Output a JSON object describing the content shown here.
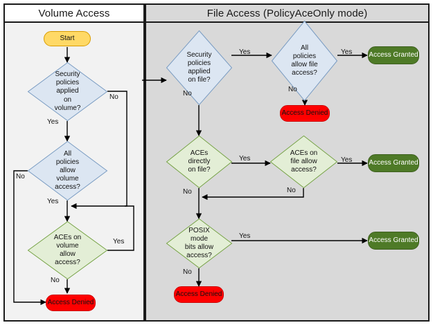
{
  "diagram": {
    "title": "NetApp access checking flowchart",
    "panels": [
      {
        "id": "volume",
        "header": "Volume Access"
      },
      {
        "id": "file",
        "header": "File Access (PolicyAceOnly mode)"
      }
    ]
  },
  "colors": {
    "panel_left_bg": "#F2F2F2",
    "panel_right_bg": "#D9D9D9",
    "panel_border": "#1A1A1A",
    "start_fill": "#FFD966",
    "start_stroke": "#D99C00",
    "decision_policy_fill": "#DCE6F2",
    "decision_policy_stroke": "#7A9CC2",
    "decision_ace_fill": "#E3EED6",
    "decision_ace_stroke": "#77A347",
    "denied_fill": "#FF0000",
    "granted_fill": "#4E7A27",
    "connector": "#000000"
  },
  "volume_access": {
    "start": "Start",
    "d1": "Security\npolicies\napplied\non\nvolume?",
    "d1_lines": [
      "Security",
      "policies",
      "applied",
      "on",
      "volume?"
    ],
    "d1_yes": "Yes",
    "d1_no": "No",
    "d2_lines": [
      "All",
      "policies",
      "allow",
      "volume",
      "access?"
    ],
    "d2_yes": "Yes",
    "d2_no": "No",
    "d3_lines": [
      "ACEs on",
      "volume",
      "allow",
      "access?"
    ],
    "d3_yes": "Yes",
    "d3_no": "No",
    "denied_lines": [
      "Access",
      "Denied"
    ]
  },
  "file_access": {
    "d1_lines": [
      "Security",
      "policies",
      "applied",
      "on file?"
    ],
    "d1_yes": "Yes",
    "d1_no": "No",
    "d2_lines": [
      "All",
      "policies",
      "allow file",
      "access?"
    ],
    "d2_yes": "Yes",
    "d2_no": "No",
    "granted1_lines": [
      "Access",
      "Granted"
    ],
    "denied1_lines": [
      "Access",
      "Denied"
    ],
    "d3_lines": [
      "ACEs",
      "directly",
      "on file?"
    ],
    "d3_yes": "Yes",
    "d3_no": "No",
    "d4_lines": [
      "ACEs on",
      "file allow",
      "access?"
    ],
    "d4_yes": "Yes",
    "d4_no": "No",
    "granted2_lines": [
      "Access",
      "Granted"
    ],
    "d5_lines": [
      "POSIX",
      "mode",
      "bits allow",
      "access?"
    ],
    "d5_yes": "Yes",
    "d5_no": "No",
    "granted3_lines": [
      "Access",
      "Granted"
    ],
    "denied2_lines": [
      "Access",
      "Denied"
    ]
  }
}
